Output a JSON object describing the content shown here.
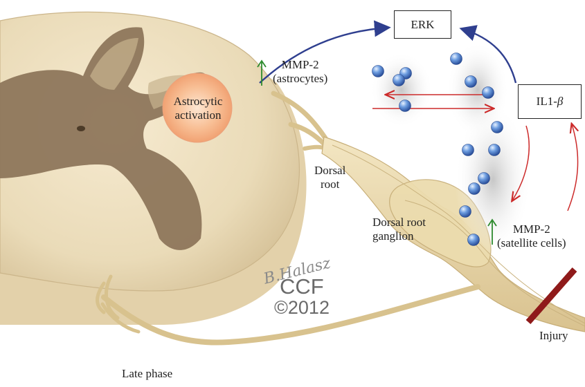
{
  "labels": {
    "erk": "ERK",
    "il1": "IL1-",
    "beta": "β",
    "mmp2_astro_line1": "MMP-2",
    "mmp2_astro_line2": "(astrocytes)",
    "astro_line1": "Astrocytic",
    "astro_line2": "activation",
    "dorsal_root_line1": "Dorsal",
    "dorsal_root_line2": "root",
    "drg_line1": "Dorsal root",
    "drg_line2": "ganglion",
    "mmp2_sat_line1": "MMP-2",
    "mmp2_sat_line2": "(satellite cells)",
    "injury": "Injury",
    "caption": "Late phase"
  },
  "watermark": {
    "signature": "B.Halasz",
    "org": "CCF",
    "year": "©2012"
  },
  "colors": {
    "tissue": "#eedfbf",
    "grey_matter": "#8b7358",
    "nerve": "#e9d8a8",
    "blue_arrow": "#2f3f8f",
    "red_arrow": "#cc2a2a",
    "green_arrow": "#2d8a2d",
    "injury_bar": "#8f1a1a",
    "activation_glow": "#f4a77a"
  }
}
